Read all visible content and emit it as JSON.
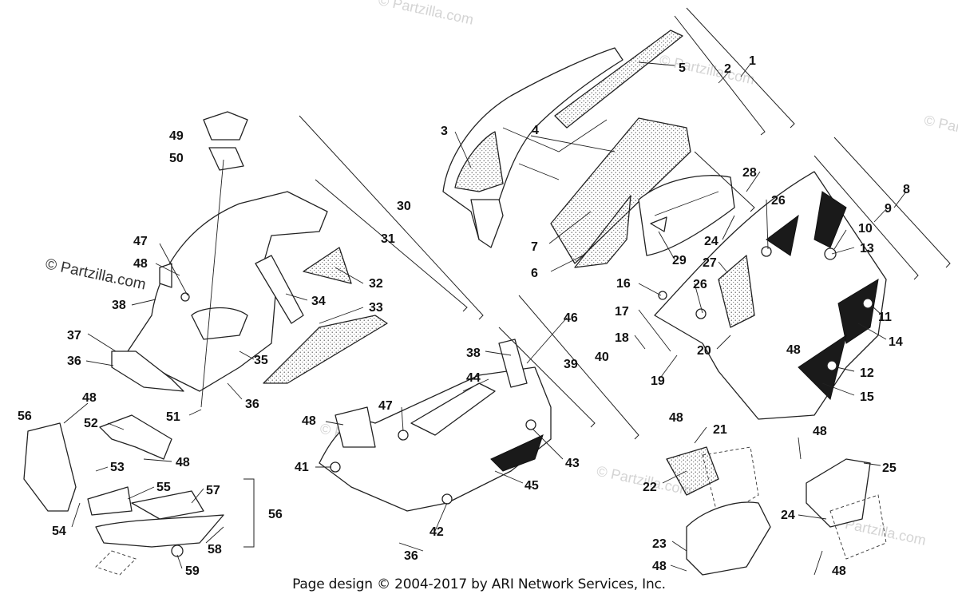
{
  "watermark": "© Partzilla.com",
  "footer": "Page design © 2004-2017 by ARI Network Services, Inc.",
  "callouts": [
    "1",
    "2",
    "3",
    "4",
    "5",
    "6",
    "7",
    "8",
    "9",
    "10",
    "11",
    "12",
    "13",
    "14",
    "15",
    "16",
    "17",
    "18",
    "19",
    "20",
    "21",
    "22",
    "23",
    "24",
    "25",
    "26",
    "27",
    "28",
    "29",
    "30",
    "31",
    "32",
    "33",
    "34",
    "35",
    "36",
    "37",
    "38",
    "39",
    "40",
    "41",
    "42",
    "43",
    "44",
    "45",
    "46",
    "47",
    "48",
    "49",
    "50",
    "51",
    "52",
    "53",
    "54",
    "55",
    "56",
    "57",
    "58",
    "59"
  ]
}
